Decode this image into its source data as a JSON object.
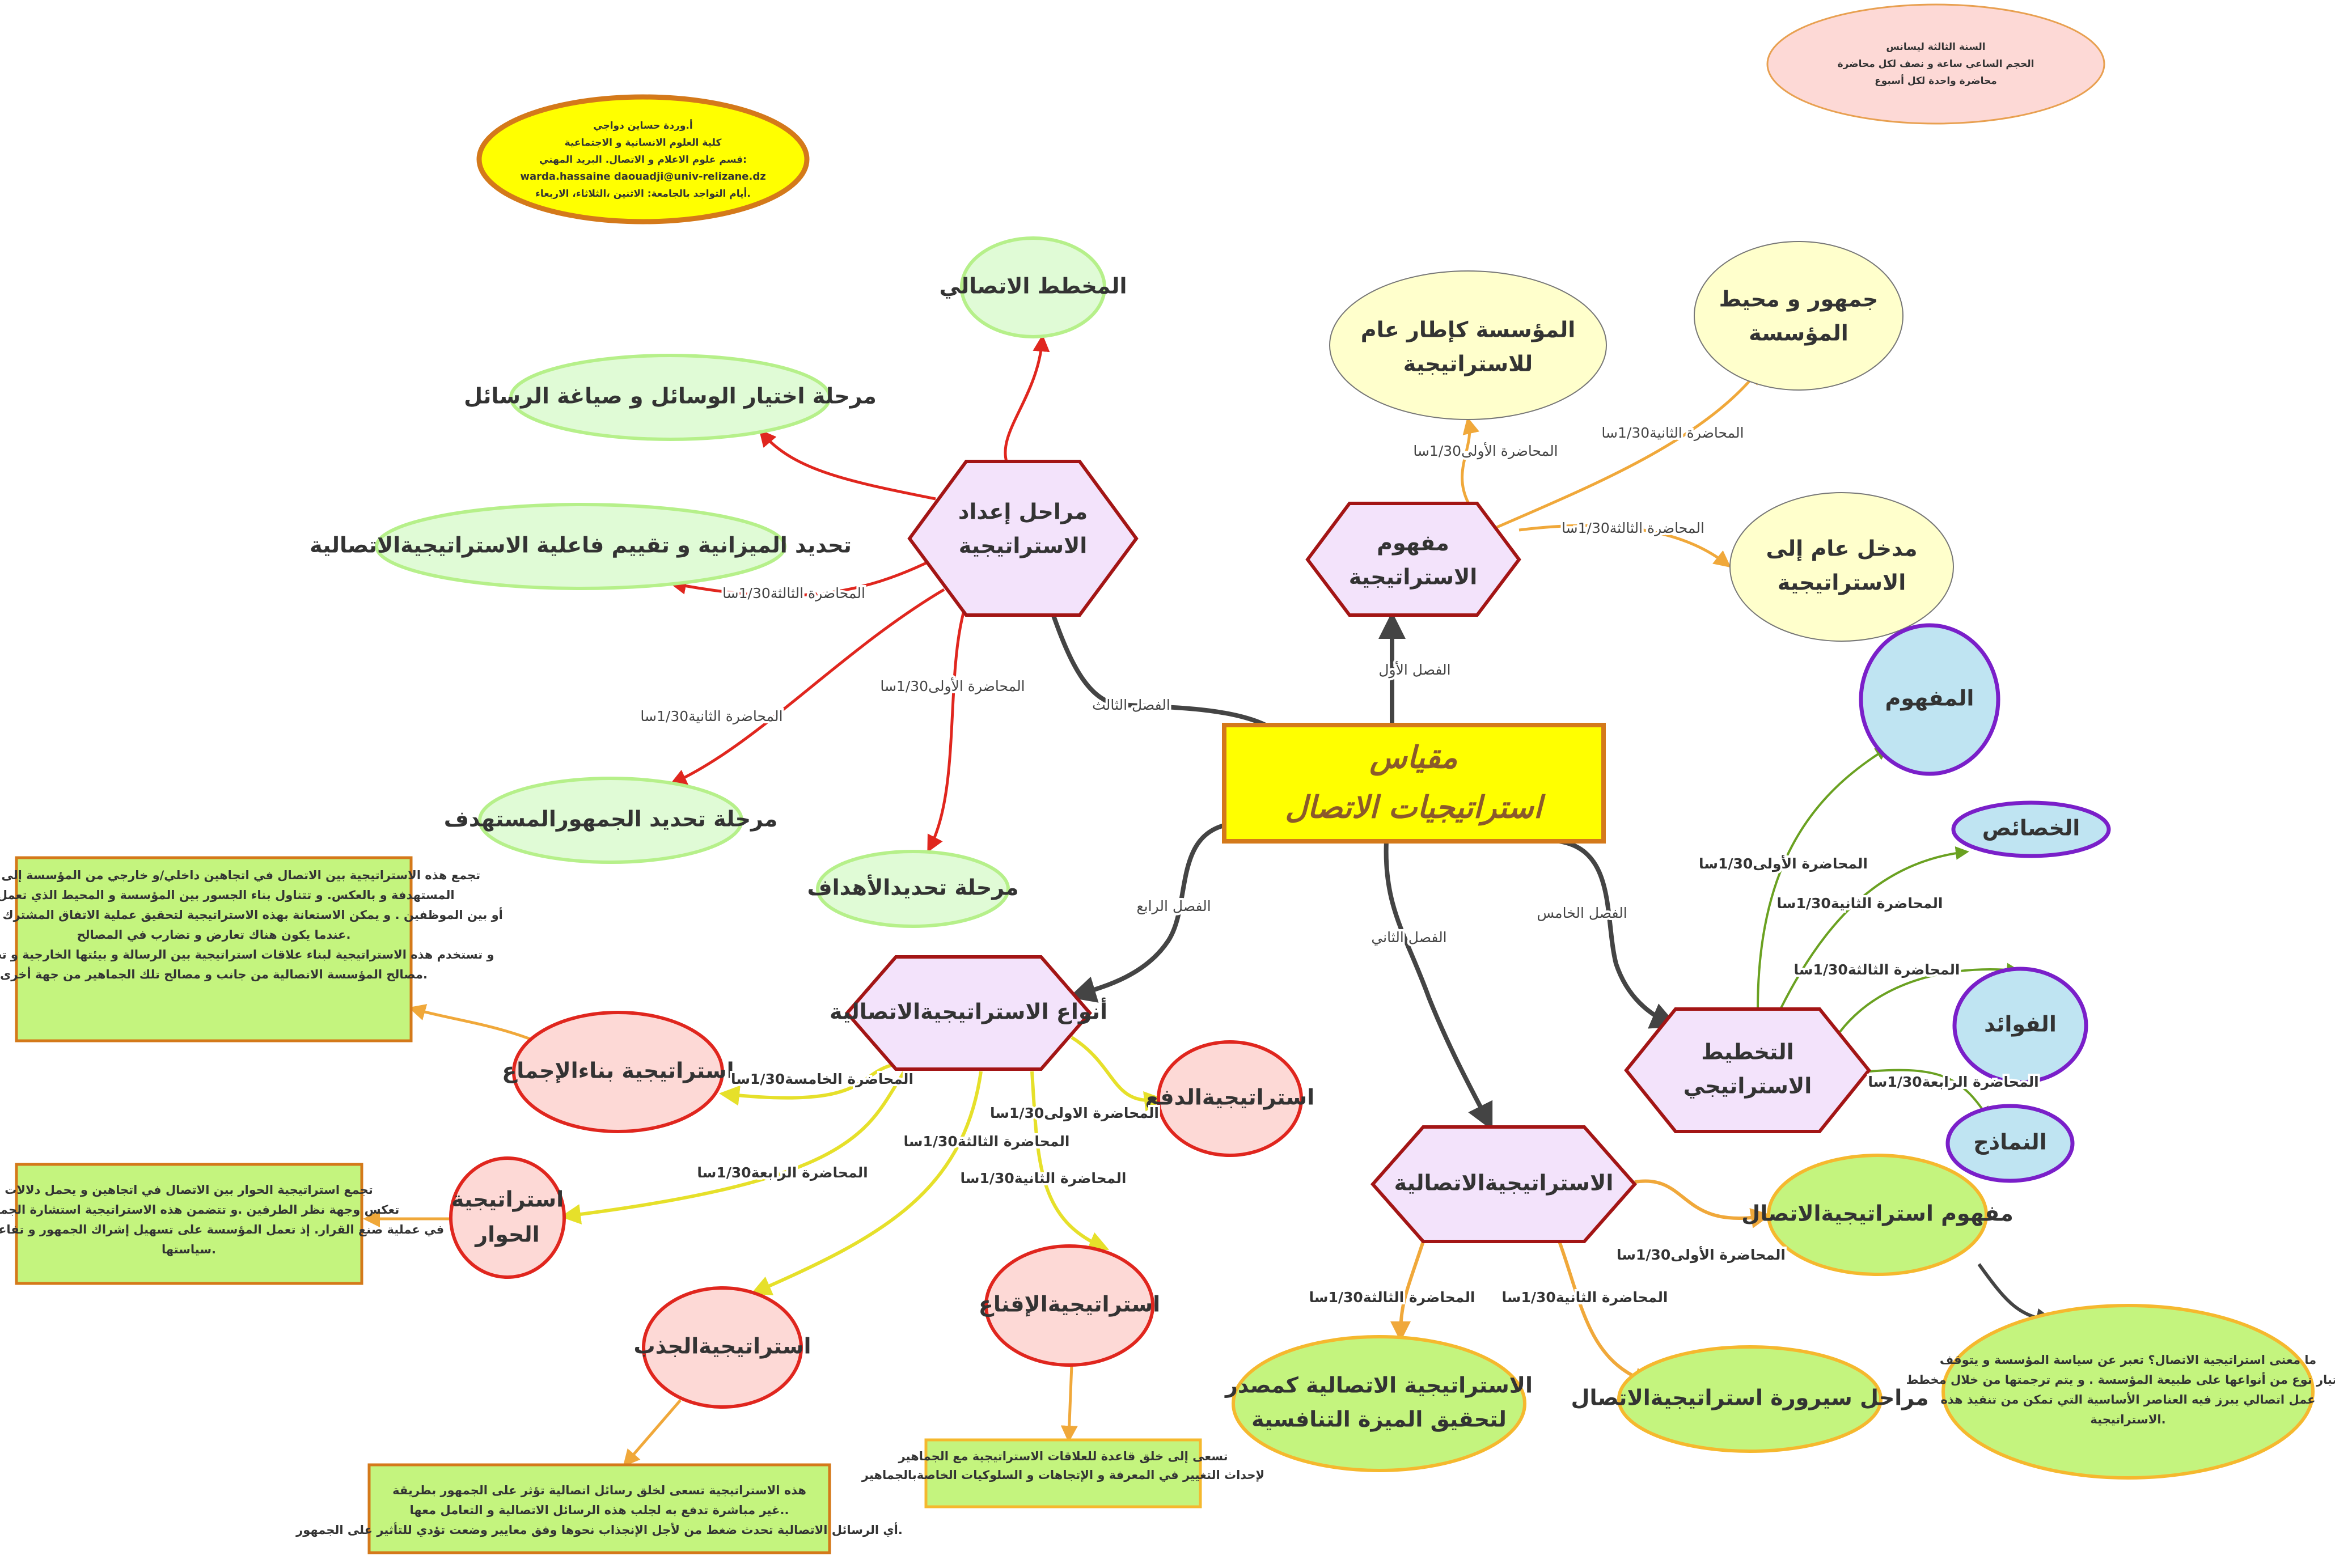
{
  "colors": {
    "center_fill": "#ffff00",
    "center_stroke": "#d4791a",
    "hex_fill": "#f3e3fb",
    "hex_stroke": "#a31515",
    "chapter_edge": "#444444"
  },
  "center": {
    "line1": "مقياس",
    "line2": "استراتيجيات الاتصال"
  },
  "author": {
    "lines": [
      "أ.وردة حساين دواجي",
      "كلية العلوم الانسانية و الاجتماعية",
      "قسم علوم الاعلام و الاتصال. البريد المهني:",
      "warda.hassaine daouadji@univ-relizane.dz",
      "أيام التواجد بالجامعة: الاثنين ،الثلاثاء، الاربعاء."
    ]
  },
  "info": {
    "lines": [
      "السنة الثالثة ليسانس",
      "الحجم الساعي ساعة و نصف لكل محاضرة",
      "محاضرة واحدة لكل أسبوع"
    ]
  },
  "chapters": {
    "ch1": {
      "edge": "الفصل الأول",
      "l1": "مفهوم",
      "l2": "الاستراتيجية"
    },
    "ch2": {
      "edge": "الفصل الثاني",
      "l1": "الاستراتيجيةالاتصالية"
    },
    "ch3": {
      "edge": "الفصل الثالث",
      "l1": "مراحل إعداد",
      "l2": "الاستراتيجية"
    },
    "ch4": {
      "edge": "الفصل الرابع",
      "l1": "أنواع الاستراتيجيةالاتصالية"
    },
    "ch5": {
      "edge": "الفصل الخامس",
      "l1": "التخطيط",
      "l2": "الاستراتيجي"
    }
  },
  "ch1_children": [
    {
      "l1": "المؤسسة كإطار عام",
      "l2": "للاستراتيجية",
      "edge": "المحاضرة الأولى1/30سا"
    },
    {
      "l1": "جمهور و محيط",
      "l2": "المؤسسة",
      "edge": "المحاضرة الثانية1/30سا"
    },
    {
      "l1": "مدخل عام إلى",
      "l2": "الاستراتيجية",
      "edge": "المحاضرة الثالثة1/30سا"
    }
  ],
  "ch2_children": [
    {
      "l1": "مفهوم استراتيجيةالاتصال",
      "edge": "المحاضرة الأولى1/30سا"
    },
    {
      "l1": "مراحل سيرورة استراتيجيةالاتصال",
      "edge": "المحاضرة الثانية1/30سا"
    },
    {
      "l1": "الاستراتيجية الاتصالية كمصدر",
      "l2": "لتحقيق الميزة التنافسية",
      "edge": "المحاضرة الثالثة1/30سا"
    }
  ],
  "ch2_note": {
    "lines": [
      "ما معنى استراتيجية الاتصال؟ تعبر عن سياسة المؤسسة و يتوقف",
      "اختيار نوع من أنواعها على طبيعة المؤسسة . و يتم ترجمتها من خلال مخطط",
      "عمل اتصالي يبرز فيه العناصر الأساسية التي تمكن من تنفيذ هذه",
      "الاستراتيجية."
    ]
  },
  "ch3_children": [
    {
      "l1": "المخطط الاتصالي"
    },
    {
      "l1": "مرحلة اختيار الوسائل و صياغة الرسائل"
    },
    {
      "l1": "تحديد الميزانية و تقييم فاعلية الاستراتيجيةالاتصالية",
      "edge": "المحاضرة الثالثة1/30سا"
    },
    {
      "l1": "مرحلة تحديد الجمهورالمستهدف",
      "edge": "المحاضرة الثانية1/30سا"
    },
    {
      "l1": "مرحلة تحديدالأهداف",
      "edge": "المحاضرة الأولى1/30سا"
    }
  ],
  "ch4_children": [
    {
      "l1": "استراتيجيةالدفع",
      "edge": "المحاضرة الاولى1/30سا"
    },
    {
      "l1": "استراتيجيةالإقناع",
      "edge": "المحاضرة الثانية1/30سا"
    },
    {
      "l1": "استراتيجيةالجذب",
      "edge": "المحاضرة الثالثة1/30سا"
    },
    {
      "l1": "استراتيجية",
      "l2": "الحوار",
      "edge": "المحاضرة الرابعة1/30سا"
    },
    {
      "l1": "استراتيجية بناءالإجماع",
      "edge": "المحاضرة الخامسة1/30سا"
    }
  ],
  "ch4_notes": {
    "consensus": [
      "تجمع هذه الاستراتيجية بين الاتصال في اتجاهين داخلي/و خارجي من المؤسسة إلى الجماهير",
      "المستهدفة و بالعكس. و تتناول بناء الجسور بين المؤسسة و المحيط الذي تعمل فيه",
      "أو بين الموظفين . و يمكن الاستعانة بهذه الاستراتيجية لتحقيق عملية الاتفاق المشترك بين الأطراف",
      "عندما يكون هناك تعارض و تضارب في المصالح.",
      "و تستخدم هذه الاستراتيجية لبناء علاقات استراتيجية بين الرسالة و بيئتها الخارجية و تجنب تعارض",
      "مصالح المؤسسة الاتصالية من جانب و مصالح تلك الجماهير من جهة أخرى."
    ],
    "dialogue": [
      "تجمع استراتيجية   الحوار بين الاتصال في اتجاهين و يحمل دلالات",
      "تعكس وجهة نظر الطرفين .و تتضمن هذه الاستراتيجية استشارة الجمهور",
      "في عملية صنع القرار. إذ تعمل المؤسسة على تسهيل إشراك الجمهور و تفاعله في صنع",
      "سياستها."
    ],
    "attraction": [
      "هذه الاستراتيجية تسعى لخلق رسائل اتصالية تؤثر على الجمهور بطريقة",
      "غير مباشرة تدفع به لجلب هذه الرسائل الاتصالية و التعامل معها..",
      "أي الرسائل الاتصالية تحدث ضغط من لأجل الإنجذاب نحوها وفق معايير وضعت تؤدي للتأثير على الجمهور."
    ],
    "persuasion": [
      "تسعى إلى خلق قاعدة للعلاقات الاستراتيجية مع الجماهير",
      "لإحداث التغيير في المعرفة و الإتجاهات و السلوكيات الخاصةبالجماهير"
    ]
  },
  "ch5_children": [
    {
      "l1": "المفهوم",
      "edge": "المحاضرة الأولى1/30سا"
    },
    {
      "l1": "الخصائص",
      "edge": "المحاضرة الثانية1/30سا"
    },
    {
      "l1": "الفوائد",
      "edge": "المحاضرة الثالثة1/30سا"
    },
    {
      "l1": "النماذج",
      "edge": "المحاضرة الرابعة1/30سا"
    }
  ]
}
